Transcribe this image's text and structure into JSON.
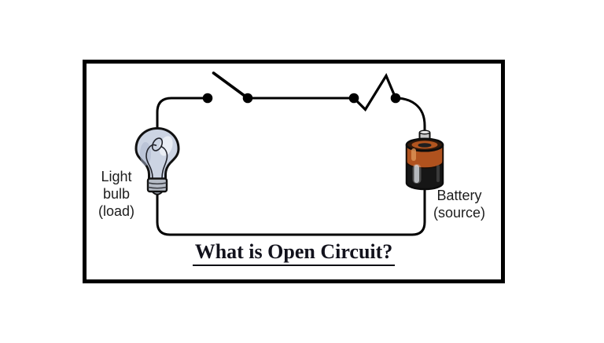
{
  "diagram": {
    "title": "What is Open Circuit?",
    "labels": {
      "light_bulb": "Light\nbulb\n(load)",
      "battery": "Battery\n(source)"
    },
    "components": {
      "load": "light-bulb",
      "source": "battery",
      "switch": "open-switch",
      "break": "wire-break"
    },
    "colors": {
      "frame": "#000000",
      "wire": "#000000",
      "dot": "#000000",
      "title_text": "#12121c",
      "label_text": "#1c1c1c",
      "bulb_glass": "#ccd4e3",
      "bulb_base": "#b6bcc6",
      "battery_orange": "#b0521e",
      "battery_body": "#161616",
      "battery_terminal": "#c9c9c9"
    }
  }
}
